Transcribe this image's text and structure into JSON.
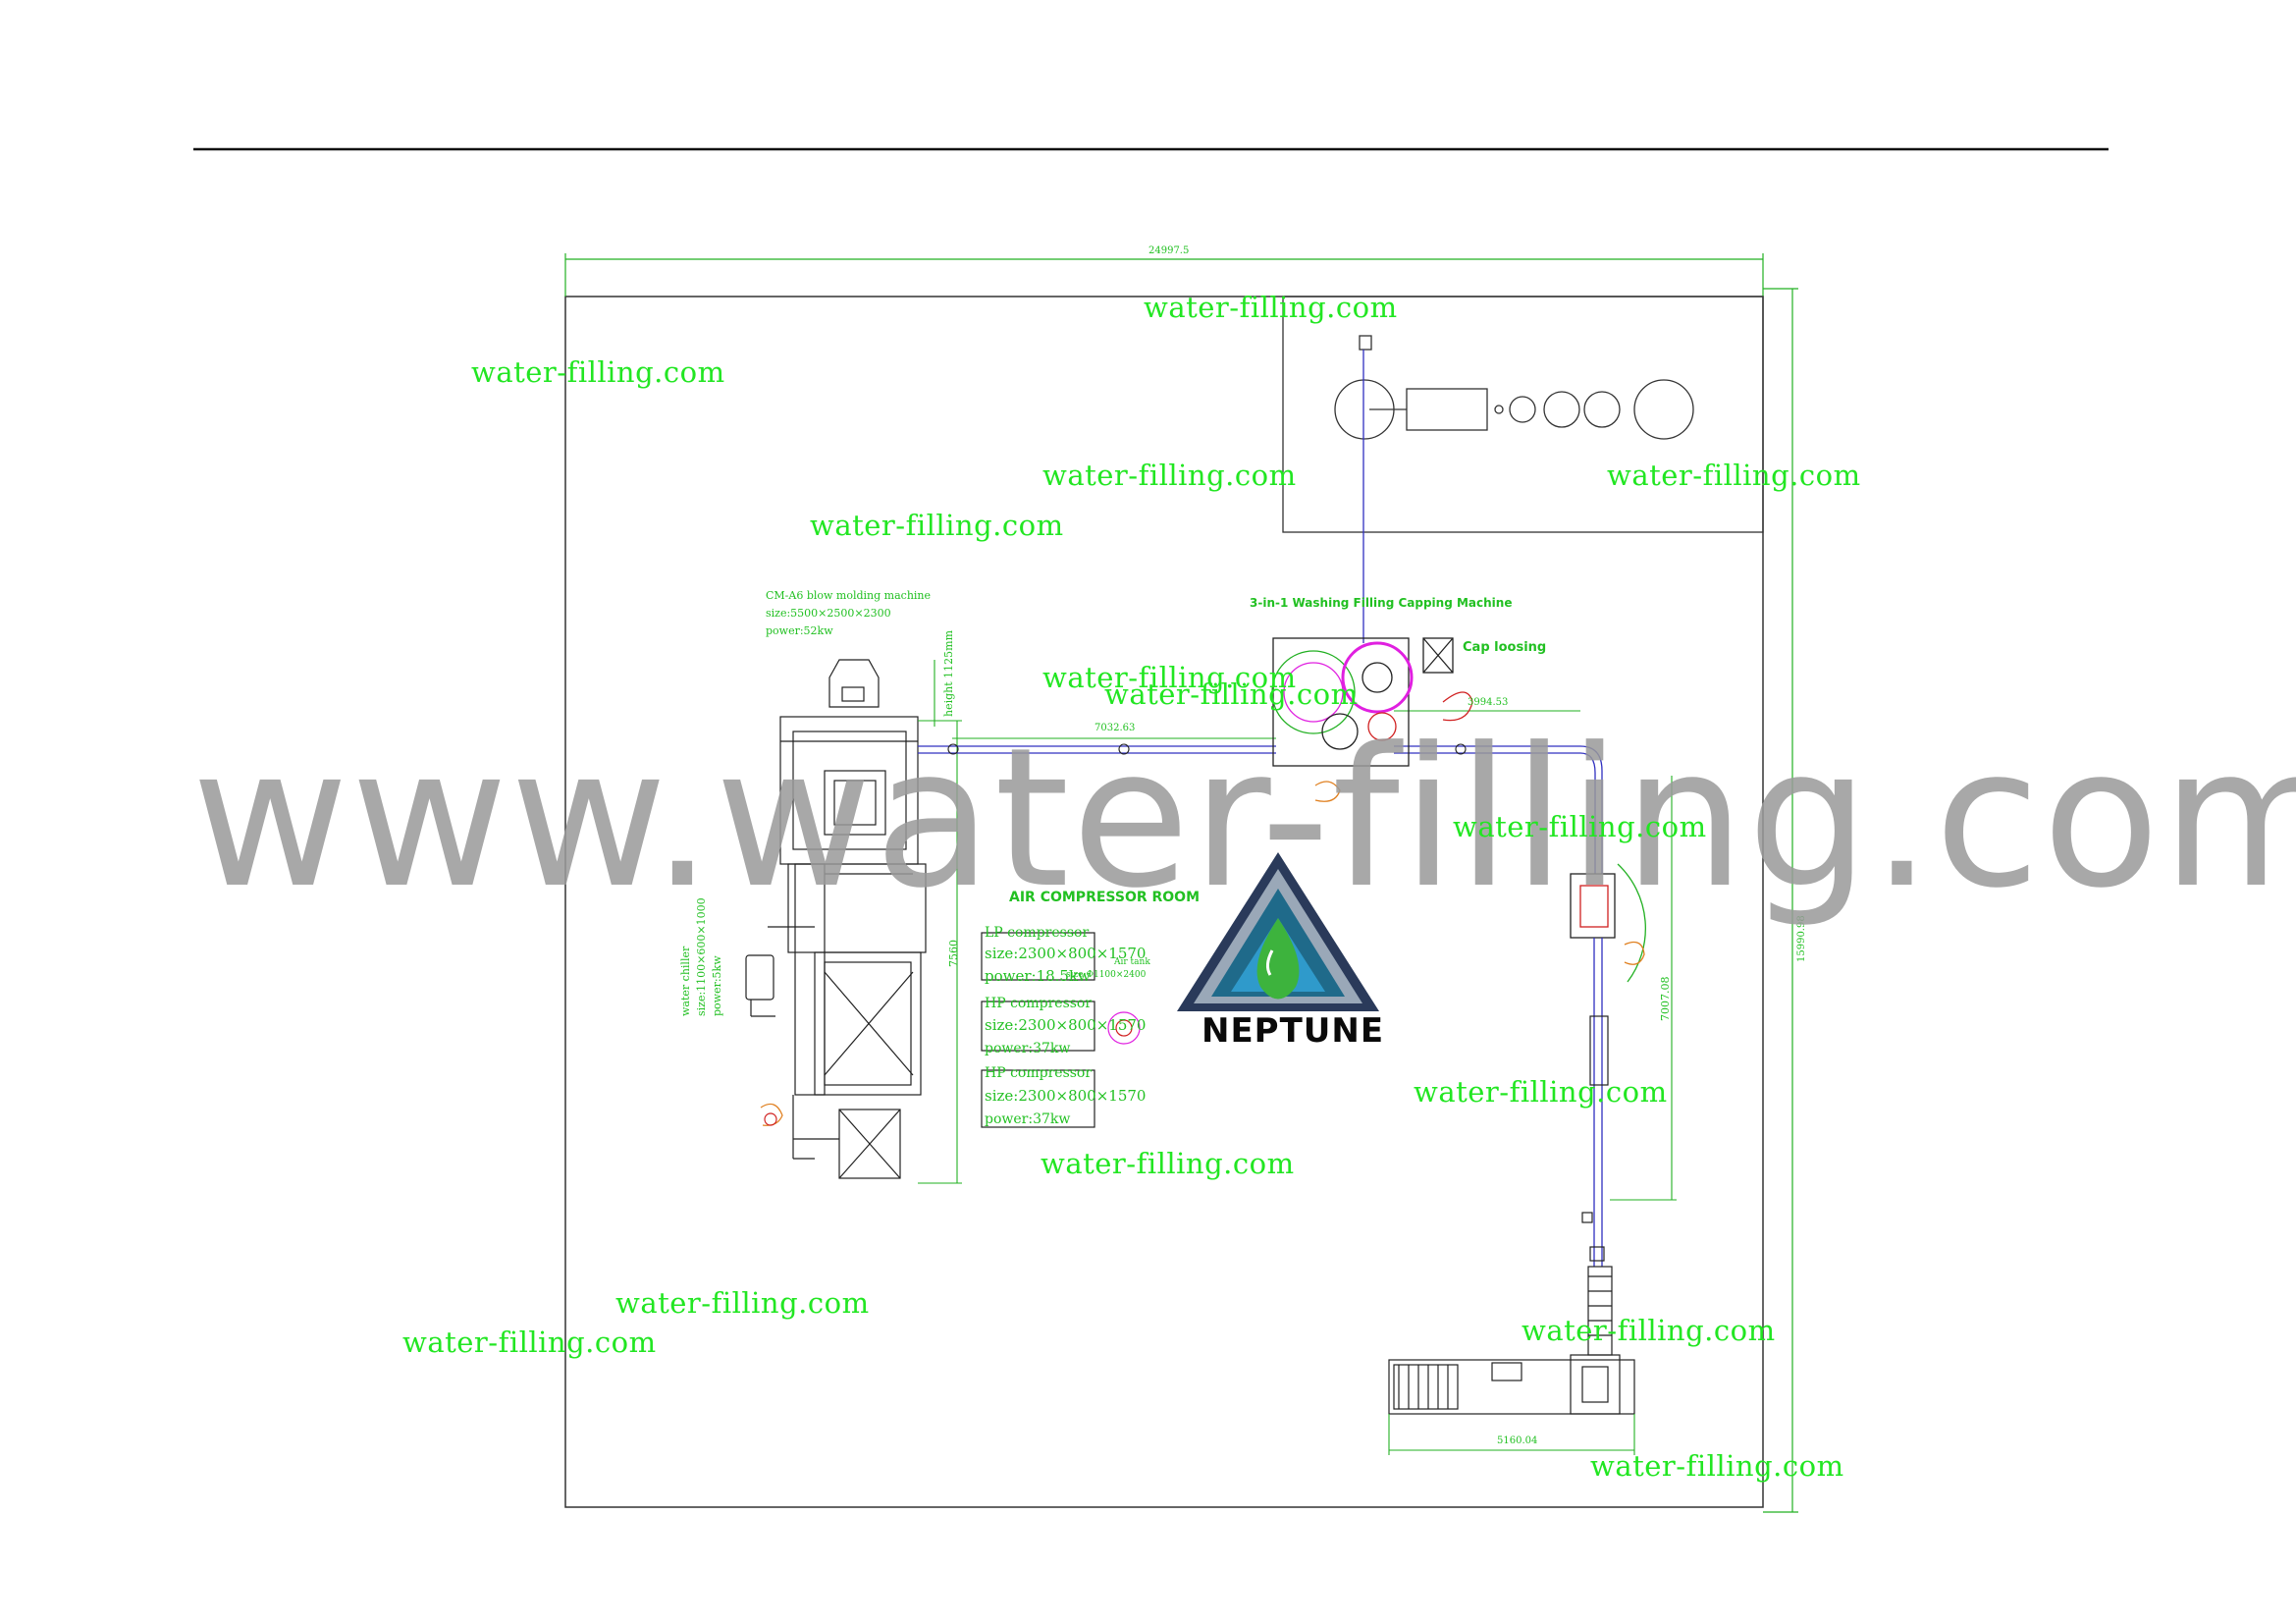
{
  "watermark": {
    "small_text": "water-filling.com",
    "big_text": "www.water-filling.com"
  },
  "dimensions": {
    "overall_width": "24997.5",
    "overall_height": "15990.98",
    "conveyor_top": "7032.63",
    "conveyor_right": "3994.53",
    "conveyor_vertical": "7007.08",
    "conveyor_bottom": "5160.04",
    "blow_left": "7560",
    "blow_height_label": "height 1125mm"
  },
  "labels": {
    "blow_machine": {
      "name": "CM-A6 blow molding machine",
      "size": "size:5500×2500×2300",
      "power": "power:52kw"
    },
    "washer": "3-in-1 Washing Filling Capping Machine",
    "cap_loosing": "Cap loosing",
    "air_room": "AIR COMPRESSOR ROOM",
    "lp_compressor": {
      "name": "LP compressor",
      "size": "size:2300×800×1570",
      "power": "power:18.5kw"
    },
    "air_tank": {
      "name": "Air tank",
      "size": "size:Φ1100×2400"
    },
    "hp_compressor_1": {
      "name": "HP compressor",
      "size": "size:2300×800×1570",
      "power": "power:37kw"
    },
    "hp_compressor_2": {
      "name": "HP compressor",
      "size": "size:2300×800×1570",
      "power": "power:37kw"
    },
    "water_chiller": {
      "name": "water chiller",
      "size": "size:1100×600×1000",
      "power": "power:5kw"
    }
  },
  "logo": {
    "text": "NEPTUNE"
  },
  "colors": {
    "watermark_green": "#22e622",
    "big_watermark": "#9a9a9a",
    "dimension_green": "#22b022",
    "conveyor_blue": "#3030c0",
    "drawing_black": "#222222",
    "magenta": "#e020e0",
    "red": "#d02020"
  }
}
